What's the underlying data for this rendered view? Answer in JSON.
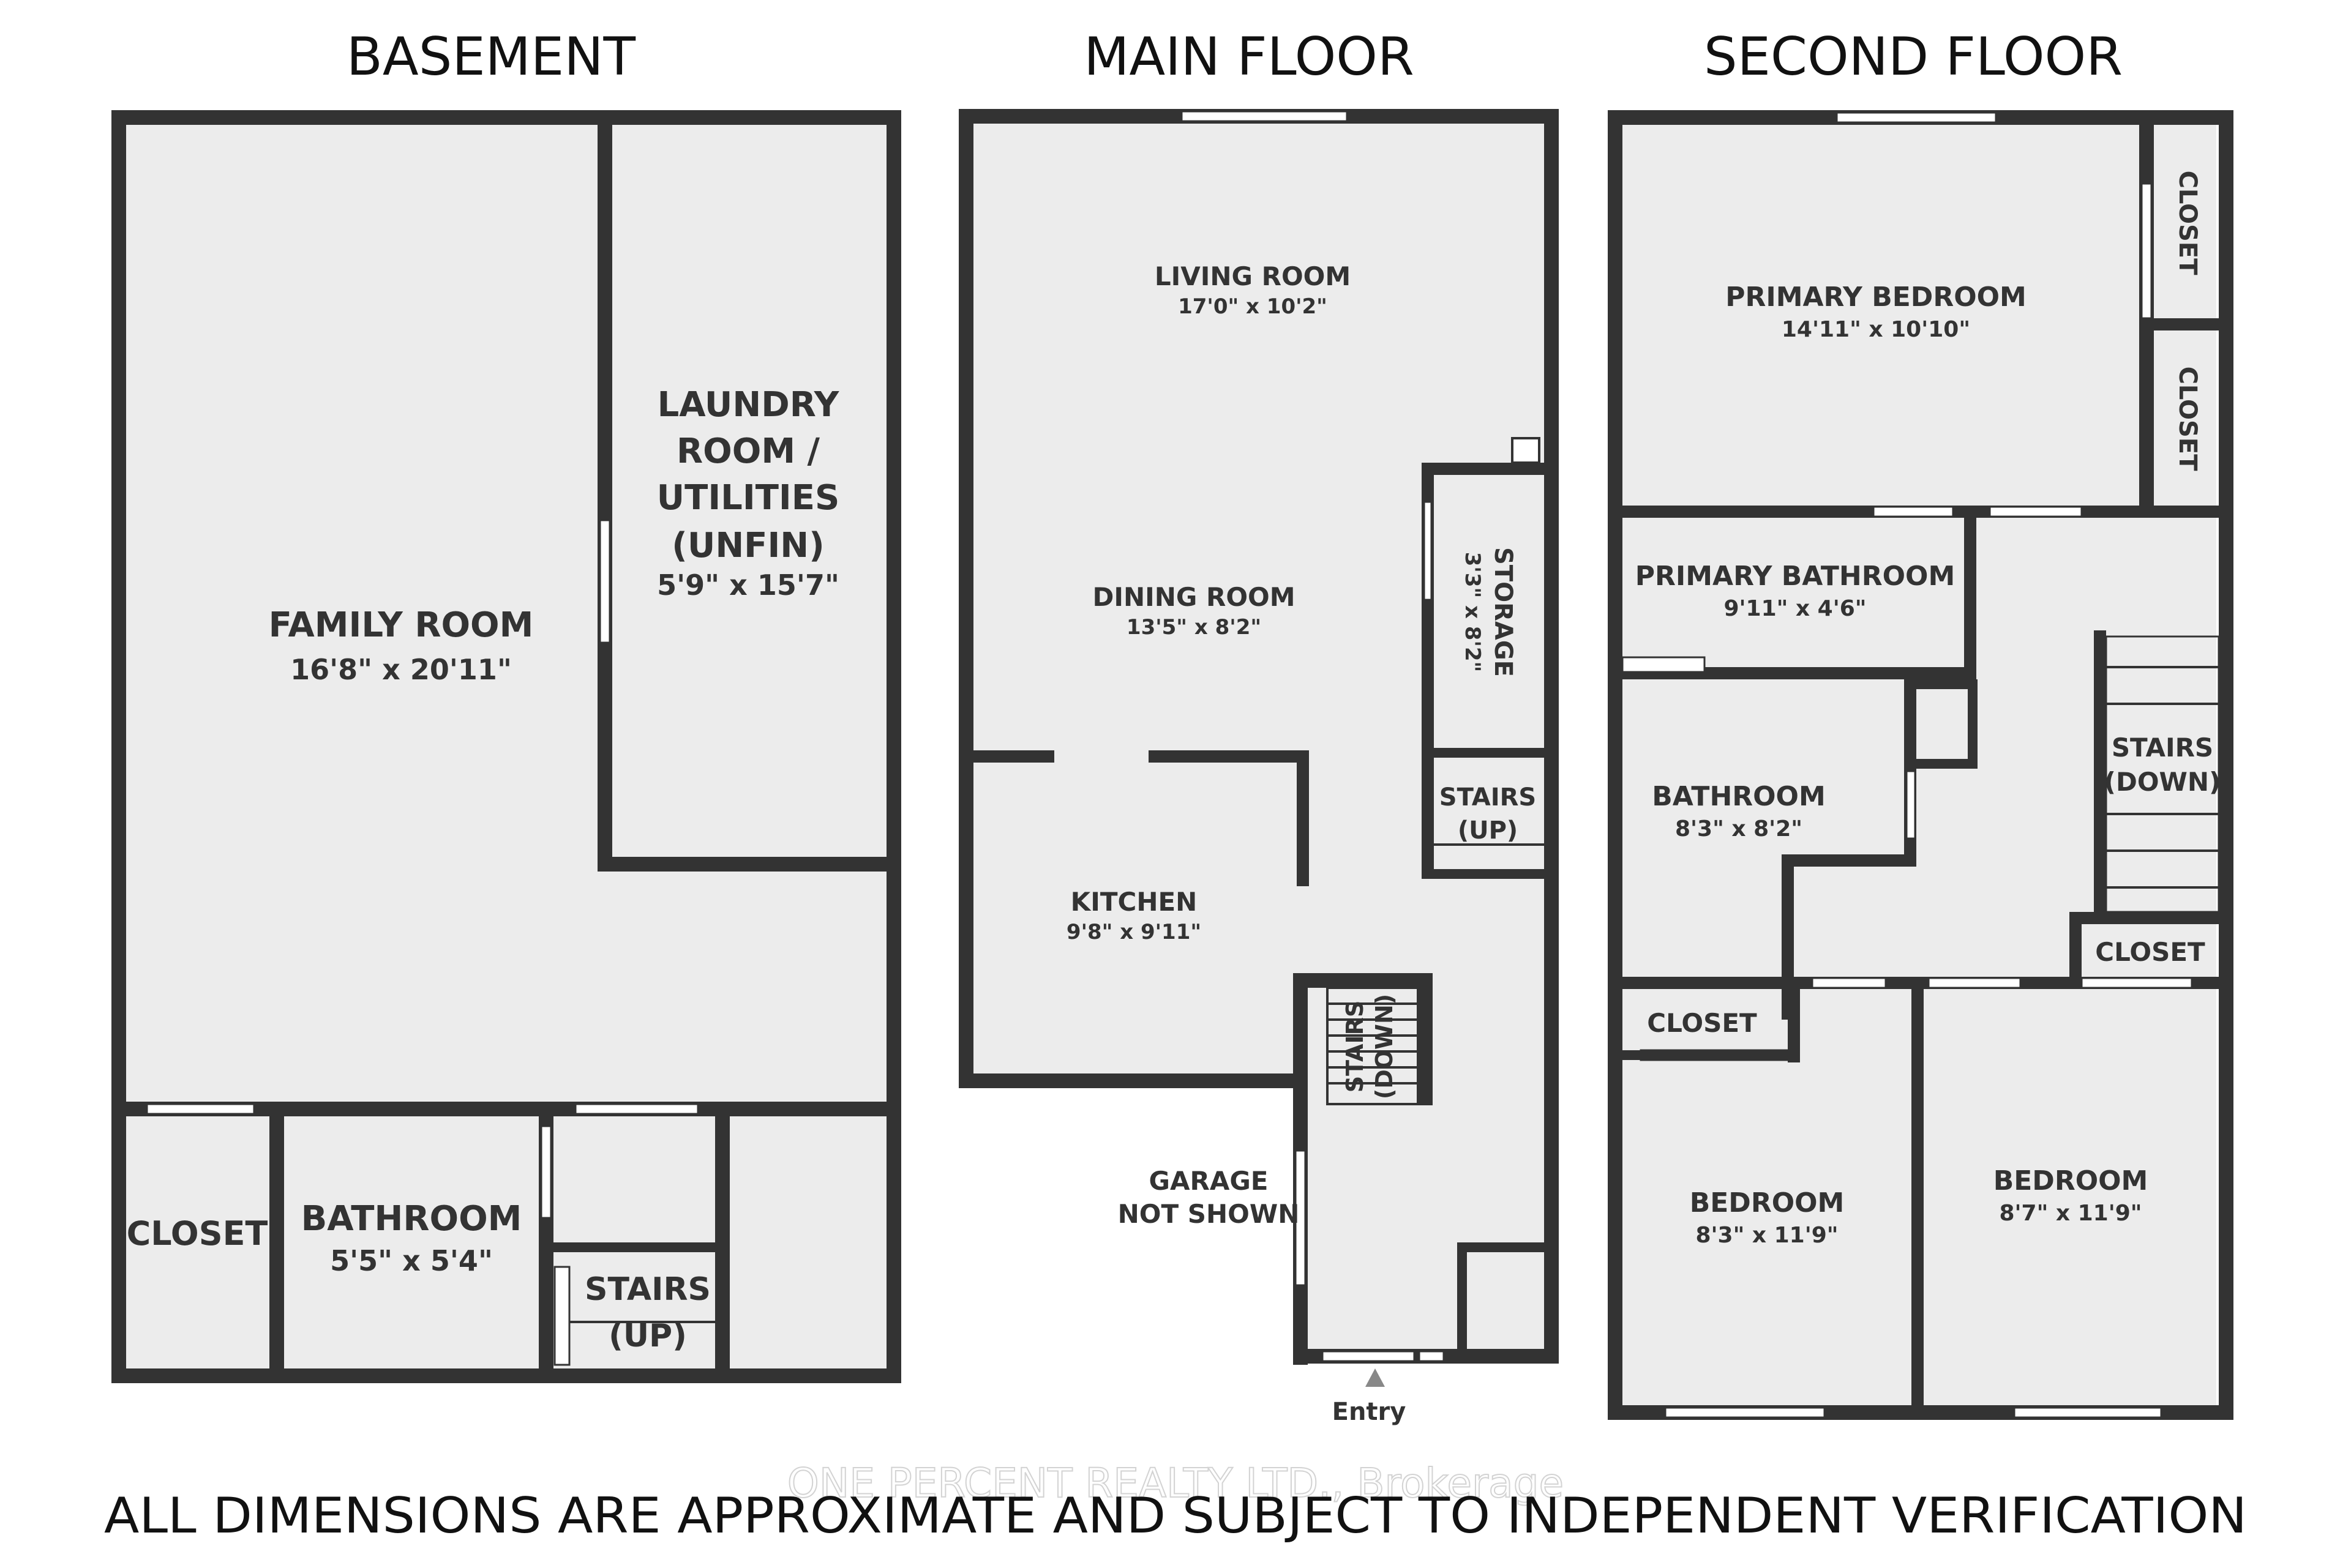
{
  "floors": {
    "basement": {
      "title": "BASEMENT",
      "family_room": {
        "name": "FAMILY ROOM",
        "dims": "16'8\" x 20'11\""
      },
      "laundry": {
        "line1": "LAUNDRY",
        "line2": "ROOM /",
        "line3": "UTILITIES",
        "line4": "(UNFIN)",
        "dims": "5'9\" x 15'7\""
      },
      "closet": {
        "name": "CLOSET"
      },
      "bathroom": {
        "name": "BATHROOM",
        "dims": "5'5\" x 5'4\""
      },
      "stairs": {
        "line1": "STAIRS",
        "line2": "(UP)"
      }
    },
    "main": {
      "title": "MAIN FLOOR",
      "living_room": {
        "name": "LIVING ROOM",
        "dims": "17'0\" x 10'2\""
      },
      "dining_room": {
        "name": "DINING ROOM",
        "dims": "13'5\" x 8'2\""
      },
      "storage": {
        "name": "STORAGE",
        "dims": "3'3\" x 8'2\""
      },
      "stairs_up": {
        "line1": "STAIRS",
        "line2": "(UP)"
      },
      "kitchen": {
        "name": "KITCHEN",
        "dims": "9'8\" x 9'11\""
      },
      "stairs_down": {
        "line1": "STAIRS",
        "line2": "(DOWN)"
      },
      "garage": {
        "line1": "GARAGE",
        "line2": "NOT SHOWN"
      },
      "entry": "Entry"
    },
    "second": {
      "title": "SECOND FLOOR",
      "primary_bedroom": {
        "name": "PRIMARY BEDROOM",
        "dims": "14'11\" x 10'10\""
      },
      "closet_a": "CLOSET",
      "closet_b": "CLOSET",
      "primary_bathroom": {
        "name": "PRIMARY BATHROOM",
        "dims": "9'11\" x 4'6\""
      },
      "bathroom": {
        "name": "BATHROOM",
        "dims": "8'3\" x 8'2\""
      },
      "stairs": {
        "line1": "STAIRS",
        "line2": "(DOWN)"
      },
      "closet_c": "CLOSET",
      "closet_d": "CLOSET",
      "bedroom_left": {
        "name": "BEDROOM",
        "dims": "8'3\" x 11'9\""
      },
      "bedroom_right": {
        "name": "BEDROOM",
        "dims": "8'7\" x 11'9\""
      }
    }
  },
  "watermark": "ONE PERCENT REALTY LTD., Brokerage",
  "disclaimer": "ALL DIMENSIONS ARE APPROXIMATE AND SUBJECT TO INDEPENDENT VERIFICATION"
}
